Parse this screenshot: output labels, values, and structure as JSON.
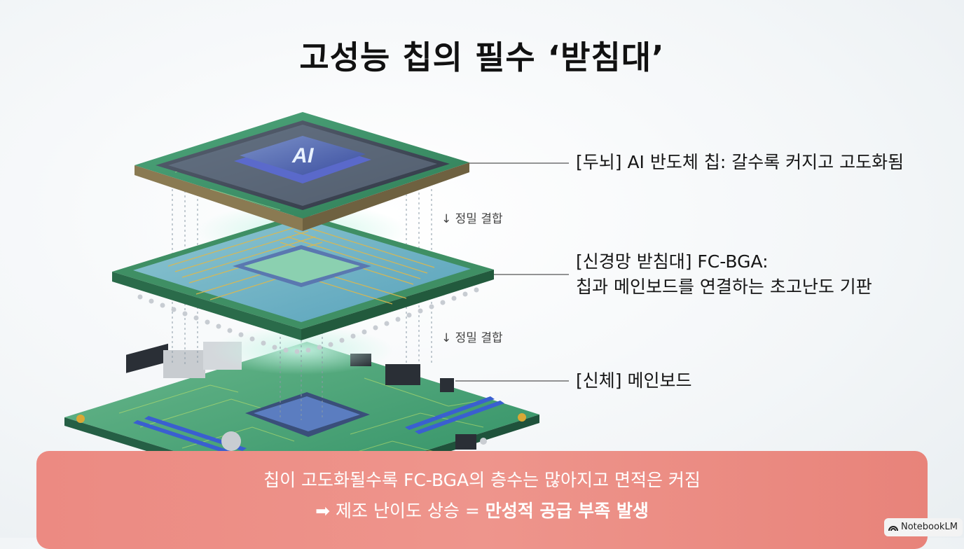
{
  "title": "고성능 칩의 필수 ‘받침대’",
  "chip_text": "AI",
  "layers": [
    {
      "label": "[두뇌] AI 반도체 칩: 갈수록 커지고 고도화됨"
    },
    {
      "label_line1": "[신경망 받침대] FC-BGA:",
      "label_line2": "칩과 메인보드를 연결하는 초고난도 기판"
    },
    {
      "label": "[신체] 메인보드"
    }
  ],
  "join_labels": [
    "↓ 정밀 결합",
    "↓ 정밀 결합"
  ],
  "banner": {
    "line1": "칩이 고도화될수록 FC-BGA의 층수는 많아지고 면적은 커짐",
    "line2_prefix": "➡ 제조 난이도 상승 = ",
    "line2_bold": "만성적 공급 부족 발생"
  },
  "watermark": "NotebookLM",
  "colors": {
    "banner": "#ec8a82",
    "pcb_green": "#3c8f62",
    "glow_blue": "#5a7cf0",
    "connector_line": "#555555"
  }
}
